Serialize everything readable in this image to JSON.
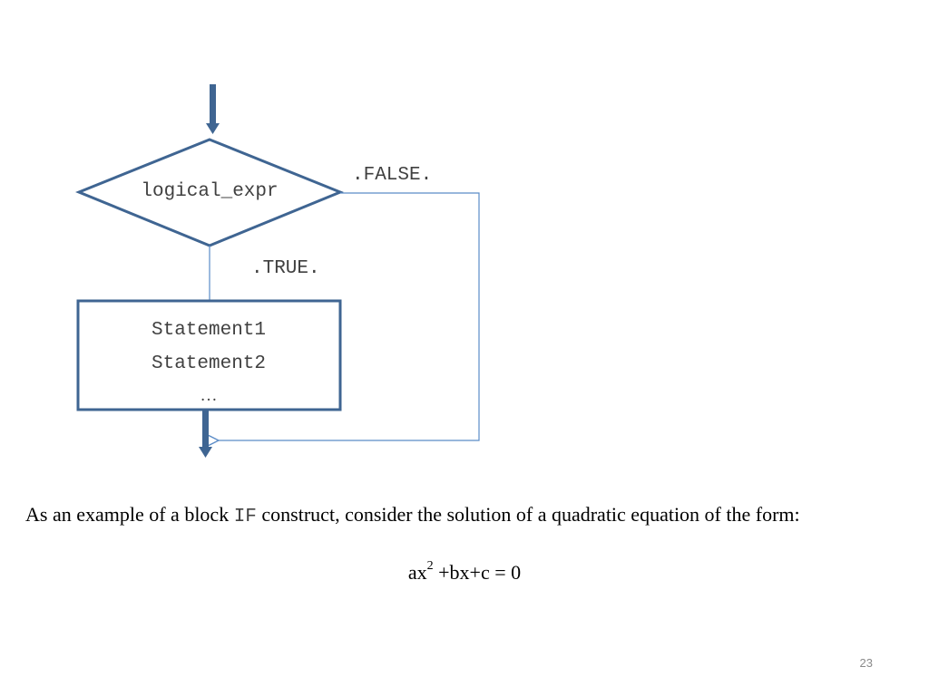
{
  "diagram": {
    "decision_label": "logical_expr",
    "false_label": ".FALSE.",
    "true_label": ".TRUE.",
    "statements": [
      "Statement1",
      "Statement2",
      "…"
    ],
    "colors": {
      "stroke": "#3f6592",
      "thin_line": "#5b8cc7",
      "text": "#404040"
    }
  },
  "paragraph": {
    "before": "As an example of a block ",
    "code": "IF",
    "after": " construct, consider the solution of a quadratic equation of the form:"
  },
  "equation": {
    "base": "ax",
    "exponent": "2",
    "rest": " +bx+c = 0"
  },
  "slide_number": "23"
}
